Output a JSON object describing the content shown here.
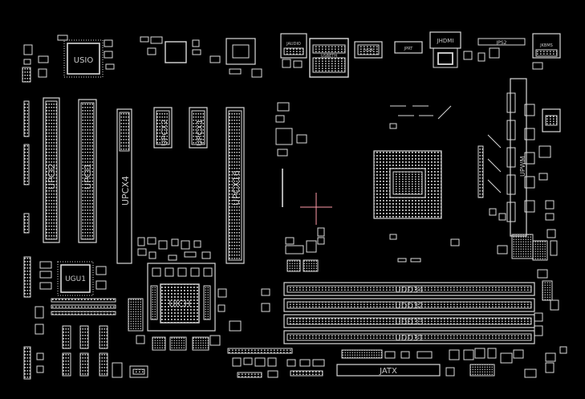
{
  "board": {
    "background": "#000000",
    "line_color": "#d9d9d9",
    "marker_color": "#ff9aa8"
  },
  "labels": {
    "usio": "USIO",
    "jaudio": "JAUDIO",
    "usbeth": "USBETH",
    "jhdmi": "JHDMI",
    "jps2": "JPS2",
    "jkbms": "JKBMS",
    "jvga": "JVGA",
    "jprt": "JPRT",
    "upci2": "UPCI2",
    "upci1": "UPCI1",
    "upcx4": "UPCX4",
    "upcx2": "UPCX2",
    "upcx1": "UPCX1",
    "upcx16": "UPCX16",
    "ugu1": "UGU1",
    "uich": "UICH",
    "udd34": "UDD34",
    "udd32": "UDD32",
    "udd33": "UDD33",
    "udd31": "UDD31",
    "jatx": "JATX",
    "vrm": "UPWM"
  }
}
